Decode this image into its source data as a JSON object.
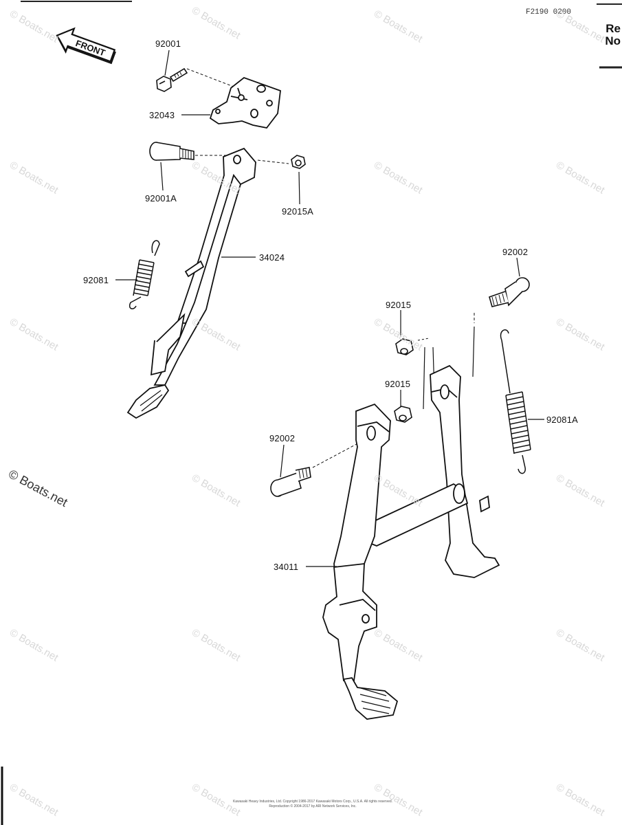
{
  "header": {
    "ref_code": "F2190 0200",
    "corner_line1": "Re",
    "corner_line2": "No"
  },
  "front_arrow": {
    "label": "FRONT"
  },
  "parts": [
    {
      "number": "92001"
    },
    {
      "number": "32043"
    },
    {
      "number": "92001A"
    },
    {
      "number": "92015A"
    },
    {
      "number": "34024"
    },
    {
      "number": "92081"
    },
    {
      "number": "92002"
    },
    {
      "number": "92015"
    },
    {
      "number": "92015"
    },
    {
      "number": "92081A"
    },
    {
      "number": "92002"
    },
    {
      "number": "34011"
    }
  ],
  "watermark": {
    "text": "© Boats.net"
  },
  "footer": {
    "line1": "Kawasaki Heavy Industries, Ltd. Copyright 1986-2017  Kawasaki Motors Corp., U.S.A. All rights reserved.",
    "line2": "Reproduction © 2004-2017 by ARI Network Services, Inc."
  }
}
